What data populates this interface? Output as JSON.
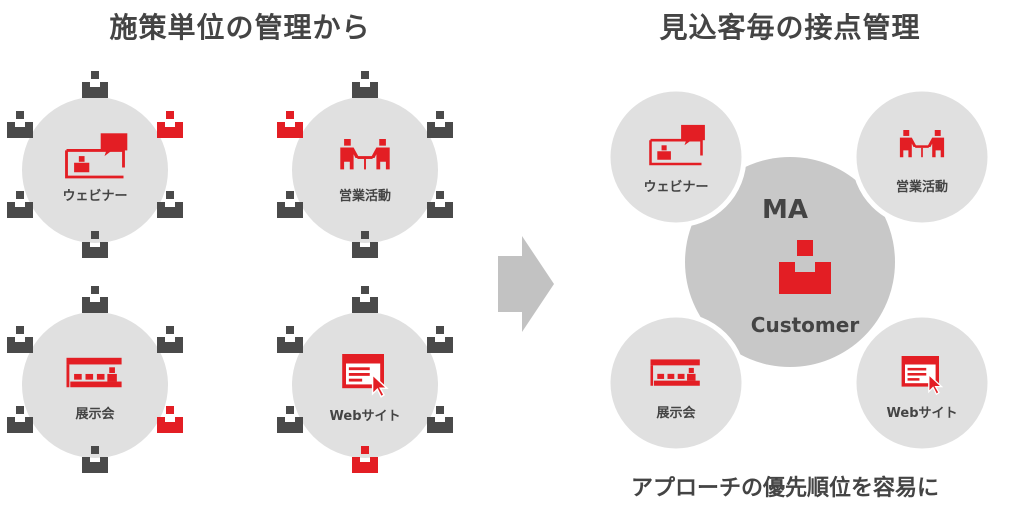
{
  "left_title": "施策単位の管理から",
  "right_title": "見込客毎の接点管理",
  "footer_text": "アプローチの優先順位を容易に",
  "left_groups": [
    {
      "label": "ウェビナー",
      "icon": "webinar-icon",
      "highlight_person": 2
    },
    {
      "label": "営業活動",
      "icon": "meeting-icon",
      "highlight_person": 1
    },
    {
      "label": "展示会",
      "icon": "exhibition-booth-icon",
      "highlight_person": 4
    },
    {
      "label": "Webサイト",
      "icon": "website-icon",
      "highlight_person": 5
    }
  ],
  "right_center": {
    "title": "MA",
    "label": "Customer",
    "icon": "customer-person-icon"
  },
  "right_satellites": [
    {
      "label": "ウェビナー",
      "icon": "webinar-icon"
    },
    {
      "label": "営業活動",
      "icon": "meeting-icon"
    },
    {
      "label": "展示会",
      "icon": "exhibition-booth-icon"
    },
    {
      "label": "Webサイト",
      "icon": "website-icon"
    }
  ],
  "arrow_icon": "right-arrow-icon",
  "colors": {
    "accent": "#e31e24",
    "person": "#4a4a4a",
    "circle": "#e0e0e0",
    "center_circle": "#c8c8c8",
    "text": "#444444",
    "arrow": "#c2c2c2"
  }
}
